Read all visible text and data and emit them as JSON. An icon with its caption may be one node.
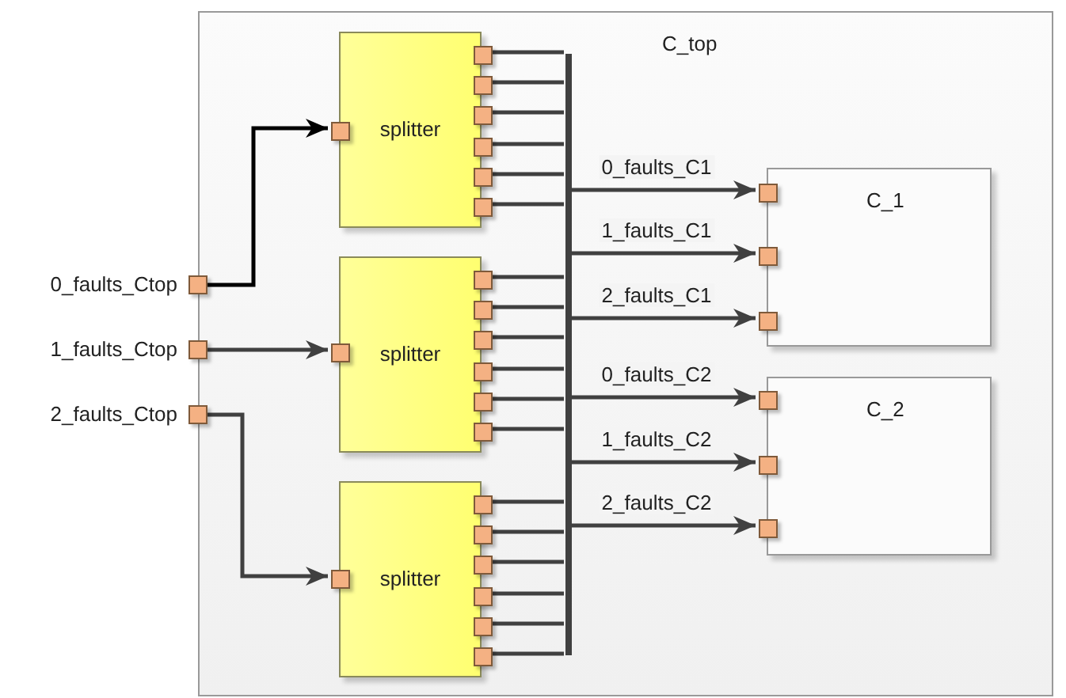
{
  "diagram": {
    "nodes": [
      {
        "text": [
          "C_top"
        ]
      },
      {
        "text": [
          "splitter"
        ],
        "in": 0
      },
      {
        "text": [
          "splitter"
        ],
        "in": 0
      },
      {
        "text": [
          "splitter"
        ],
        "in": 0
      },
      {
        "text": [
          "C_1"
        ],
        "in": 0
      },
      {
        "text": [
          "C_2"
        ],
        "in": 0
      },
      {
        "text": [],
        "shape": "box",
        "beside": [
          "0_faults_Ctop"
        ]
      },
      {
        "text": [],
        "shape": "box",
        "beside": [
          "1_faults_Ctop"
        ]
      },
      {
        "text": [],
        "shape": "box",
        "beside": [
          "2_faults_Ctop"
        ]
      },
      {
        "text": [],
        "shape": "box",
        "in": 1
      },
      {
        "text": [],
        "shape": "box",
        "in": 2
      },
      {
        "text": [],
        "shape": "box",
        "in": 3
      },
      {
        "text": [],
        "shape": "box",
        "in": 1
      },
      {
        "text": [],
        "shape": "box",
        "in": 1
      },
      {
        "text": [],
        "shape": "box",
        "in": 1
      },
      {
        "text": [],
        "shape": "box",
        "in": 1
      },
      {
        "text": [],
        "shape": "box",
        "in": 1
      },
      {
        "text": [],
        "shape": "box",
        "in": 1
      },
      {
        "text": [],
        "shape": "box",
        "in": 2
      },
      {
        "text": [],
        "shape": "box",
        "in": 2
      },
      {
        "text": [],
        "shape": "box",
        "in": 2
      },
      {
        "text": [],
        "shape": "box",
        "in": 2
      },
      {
        "text": [],
        "shape": "box",
        "in": 2
      },
      {
        "text": [],
        "shape": "box",
        "in": 2
      },
      {
        "text": [],
        "shape": "box",
        "in": 3
      },
      {
        "text": [],
        "shape": "box",
        "in": 3
      },
      {
        "text": [],
        "shape": "box",
        "in": 3
      },
      {
        "text": [],
        "shape": "box",
        "in": 3
      },
      {
        "text": [],
        "shape": "box",
        "in": 3
      },
      {
        "text": [],
        "shape": "box",
        "in": 3
      },
      {
        "text": [],
        "shape": "bar",
        "in": 0
      },
      {
        "text": [],
        "shape": "box",
        "in": 4
      },
      {
        "text": [],
        "shape": "box",
        "in": 4
      },
      {
        "text": [],
        "shape": "box",
        "in": 4
      },
      {
        "text": [],
        "shape": "box",
        "in": 5
      },
      {
        "text": [],
        "shape": "box",
        "in": 5
      },
      {
        "text": [],
        "shape": "box",
        "in": 5
      }
    ],
    "edges": [
      {
        "from": 6,
        "to": 9,
        "arrow": "to",
        "color": "#000000"
      },
      {
        "from": 7,
        "to": 10,
        "arrow": "to"
      },
      {
        "from": 8,
        "to": 11,
        "arrow": "to"
      },
      {
        "from": 12,
        "to": 30,
        "arrow": "none"
      },
      {
        "from": 13,
        "to": 30,
        "arrow": "none"
      },
      {
        "from": 14,
        "to": 30,
        "arrow": "none"
      },
      {
        "from": 15,
        "to": 30,
        "arrow": "none"
      },
      {
        "from": 16,
        "to": 30,
        "arrow": "none"
      },
      {
        "from": 17,
        "to": 30,
        "arrow": "none"
      },
      {
        "from": 18,
        "to": 30,
        "arrow": "none"
      },
      {
        "from": 19,
        "to": 30,
        "arrow": "none"
      },
      {
        "from": 20,
        "to": 30,
        "arrow": "none"
      },
      {
        "from": 21,
        "to": 30,
        "arrow": "none"
      },
      {
        "from": 22,
        "to": 30,
        "arrow": "none"
      },
      {
        "from": 23,
        "to": 30,
        "arrow": "none"
      },
      {
        "from": 24,
        "to": 30,
        "arrow": "none"
      },
      {
        "from": 25,
        "to": 30,
        "arrow": "none"
      },
      {
        "from": 26,
        "to": 30,
        "arrow": "none"
      },
      {
        "from": 27,
        "to": 30,
        "arrow": "none"
      },
      {
        "from": 28,
        "to": 30,
        "arrow": "none"
      },
      {
        "from": 29,
        "to": 30,
        "arrow": "none"
      },
      {
        "from": 30,
        "to": 31,
        "arrow": "to",
        "label": "0_faults_C1"
      },
      {
        "from": 30,
        "to": 32,
        "arrow": "to",
        "label": "1_faults_C1"
      },
      {
        "from": 30,
        "to": 33,
        "arrow": "to",
        "label": "2_faults_C1"
      },
      {
        "from": 30,
        "to": 34,
        "arrow": "to",
        "label": "0_faults_C2"
      },
      {
        "from": 30,
        "to": 35,
        "arrow": "to",
        "label": "1_faults_C2"
      },
      {
        "from": 30,
        "to": 36,
        "arrow": "to",
        "label": "2_faults_C2"
      }
    ]
  }
}
